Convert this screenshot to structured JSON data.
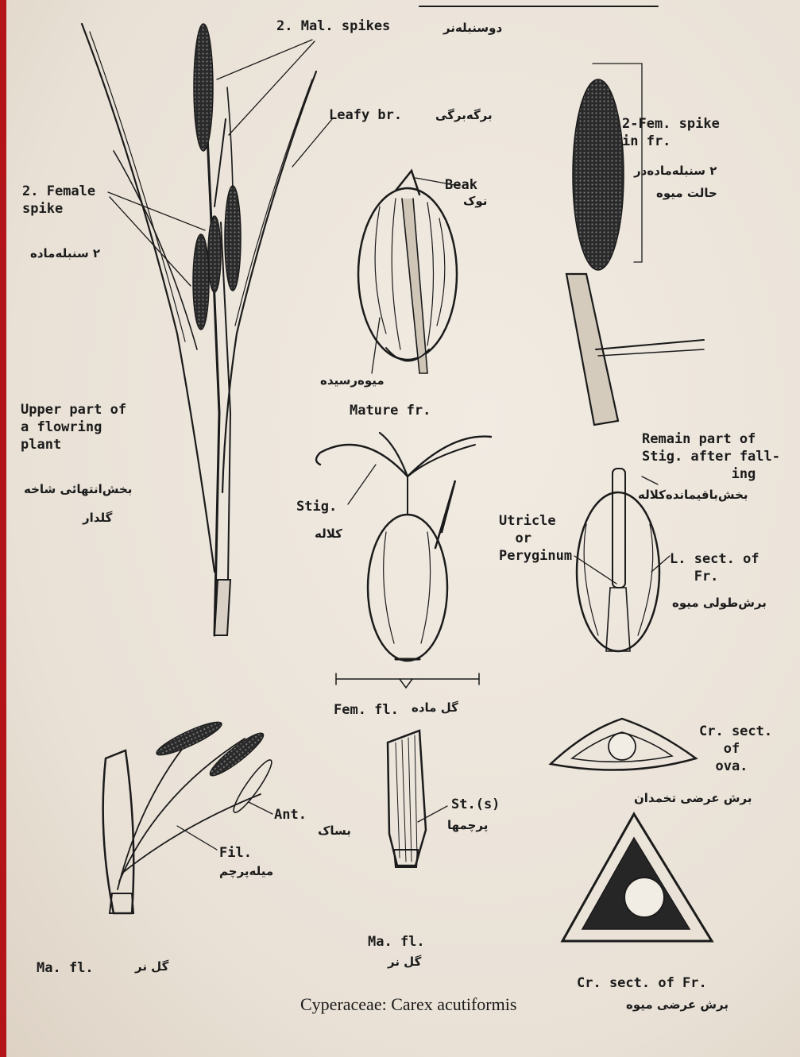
{
  "labels": {
    "male_spikes": "2. Mal. spikes",
    "male_spikes_fa": "دوسنبله‌نر",
    "leafy_br": "Leafy br.",
    "leafy_br_fa": "برگه‌برگی",
    "female_spike": "2. Female\nspike",
    "female_spike_fa": "۲ سنبله‌ماده",
    "beak": "Beak",
    "beak_fa": "نوک",
    "fem_spike_fr": "2-Fem. spike\nin fr.",
    "fem_spike_fr_fa1": "۲ سنبله‌ماده‌در",
    "fem_spike_fr_fa2": "حالت میوه",
    "mature_fr_fa": "میوه‌رسیده",
    "mature_fr": "Mature fr.",
    "upper_part": "Upper part of\na flowring\nplant",
    "upper_part_fa1": "بخش‌انتهائی شاخه",
    "upper_part_fa2": "گلدار",
    "remain_part": "Remain part of\nStig. after fall-\n           ing",
    "remain_part_fa": "بخش‌باقیمانده‌کلاله",
    "stig": "Stig.",
    "stig_fa": "کلاله",
    "utricle": "Utricle\n  or\nPeryginum",
    "l_sect": "L. sect. of\n   Fr.",
    "l_sect_fa": "برش‌طولی میوه",
    "fem_fl": "Fem. fl.",
    "fem_fl_fa": "گل ماده",
    "cr_sect_ova": "Cr. sect.\n   of\n  ova.",
    "cr_sect_ova_fa": "برش عرضی تخمدان",
    "ant": "Ant.",
    "st_s": "St.(s)",
    "st_s_fa": "پرچمها",
    "basak_fa": "بساک",
    "fil": "Fil.",
    "fil_fa": "میله‌پرچم",
    "ma_fl_left": "Ma. fl.",
    "ma_fl_left_fa": "گل نر",
    "ma_fl_mid": "Ma. fl.",
    "ma_fl_mid_fa": "گل نر",
    "cr_sect_fr": "Cr. sect. of Fr.",
    "cr_sect_fr_fa": "برش عرضی میوه",
    "caption": "Cyperaceae: Carex acutiformis"
  }
}
